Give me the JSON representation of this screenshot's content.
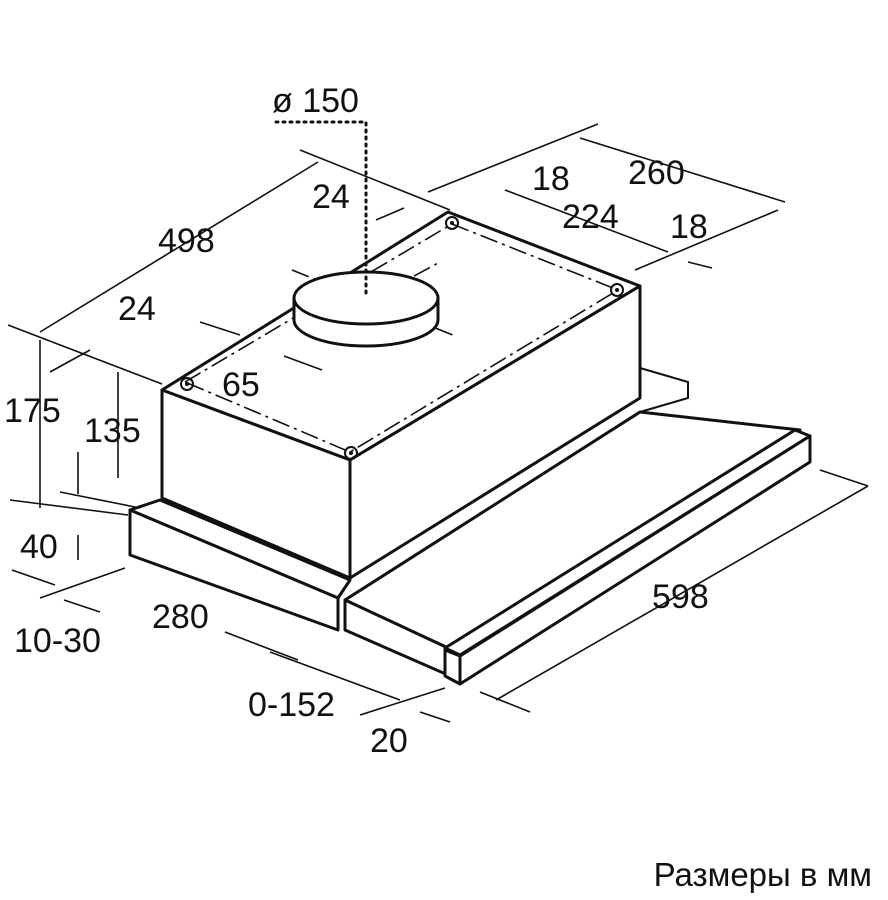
{
  "diagram": {
    "dimensions": {
      "duct_diameter": "ø 150",
      "width_top": "498",
      "depth_260": "260",
      "depth_224": "224",
      "offset_18_top": "18",
      "offset_18_side": "18",
      "offset_24_top": "24",
      "offset_24_left": "24",
      "offset_65": "65",
      "height_175": "175",
      "height_135": "135",
      "height_40": "40",
      "depth_280": "280",
      "range_10_30": "10-30",
      "width_598": "598",
      "extension_0_152": "0-152",
      "front_20": "20"
    },
    "caption": "Размеры в мм"
  }
}
